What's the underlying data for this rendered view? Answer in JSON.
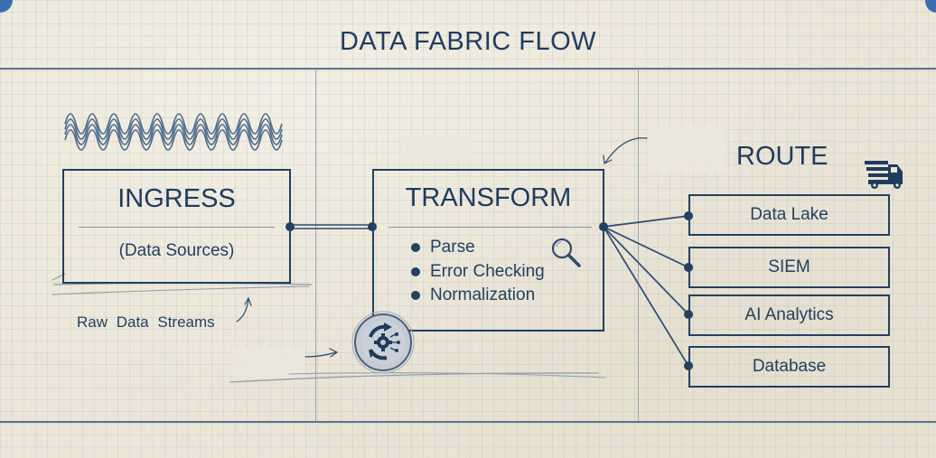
{
  "title": "DATA FABRIC FLOW",
  "colors": {
    "ink": "#23405f",
    "paper": "#ebe6d8",
    "grid": "#c9c6ba",
    "corner_accent": "#3b6fb3"
  },
  "ingress": {
    "title": "INGRESS",
    "subtitle": "(Data Sources)",
    "annotation": "Raw Data Streams",
    "icon": "wave-signal-icon"
  },
  "transform": {
    "title": "TRANSFORM",
    "steps": [
      "Parse",
      "Error Checking",
      "Normalization"
    ],
    "icons": [
      "magnifier-icon",
      "gear-cycle-icon"
    ]
  },
  "route": {
    "title": "ROUTE",
    "icon": "delivery-truck-icon",
    "destinations": [
      "Data Lake",
      "SIEM",
      "AI Analytics",
      "Database"
    ]
  },
  "connections": [
    {
      "from": "INGRESS",
      "to": "TRANSFORM"
    },
    {
      "from": "TRANSFORM",
      "to": "Data Lake"
    },
    {
      "from": "TRANSFORM",
      "to": "SIEM"
    },
    {
      "from": "TRANSFORM",
      "to": "AI Analytics"
    },
    {
      "from": "TRANSFORM",
      "to": "Database"
    }
  ]
}
